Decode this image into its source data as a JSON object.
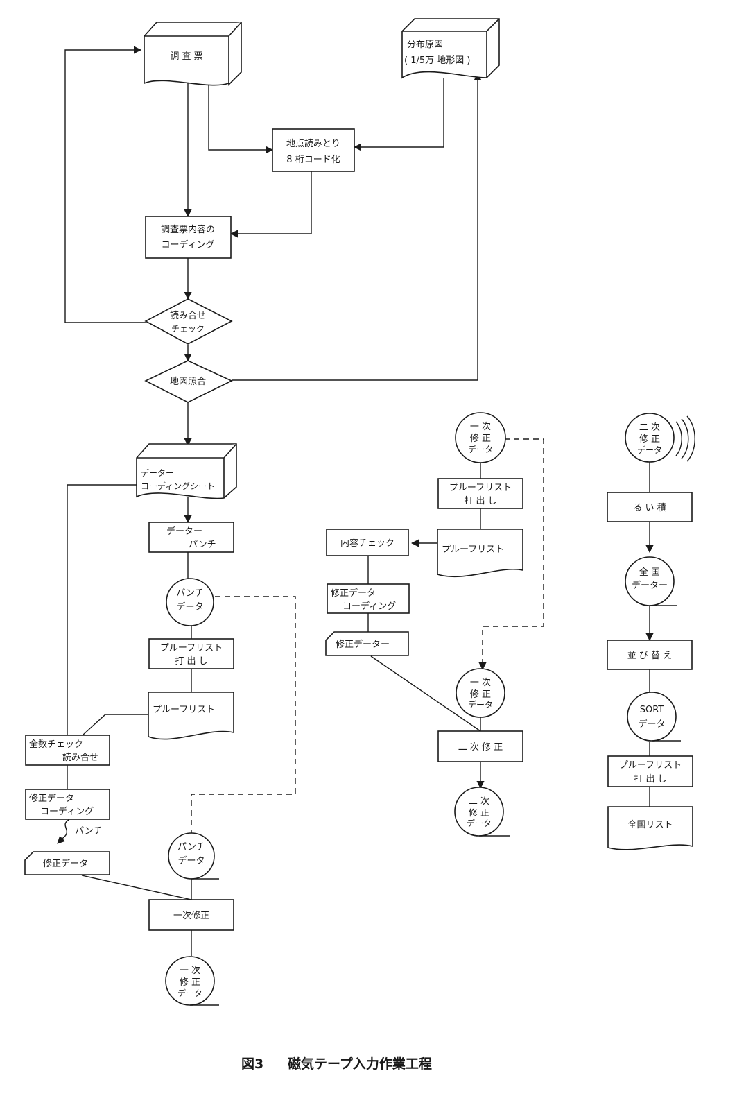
{
  "caption": {
    "figure_number": "図3",
    "title": "磁気テープ入力作業工程"
  },
  "nodes": {
    "survey_sheet": "調 査 票",
    "distribution_map_line1": "分布原図",
    "distribution_map_line2": "( 1/5万 地形図 )",
    "point_reading_line1": "地点読みとり",
    "point_reading_line2": "8 桁コード化",
    "content_coding_line1": "調査票内容の",
    "content_coding_line2": "コーディング",
    "read_check_line1": "読み合せ",
    "read_check_line2": "チェック",
    "map_collation": "地図照合",
    "coding_sheet_line1": "データー",
    "coding_sheet_line2": "コーディングシート",
    "data_punch_line1": "データー",
    "data_punch_line2": "パンチ",
    "punch_data_line1": "パンチ",
    "punch_data_line2": "データ",
    "proof_print1_line1": "プルーフリスト",
    "proof_print1_line2": "打 出 し",
    "proof_list1": "プルーフリスト",
    "full_check_line1": "全数チェック",
    "full_check_line2": "読み合せ",
    "correction_coding1_line1": "修正データ",
    "correction_coding1_line2": "コーディング",
    "punch_label": "パンチ",
    "correction_data1": "修正データ",
    "punch_data2_line1": "パンチ",
    "punch_data2_line2": "データ",
    "first_correction": "一次修正",
    "primary_data1_line1": "一 次",
    "primary_data1_line2": "修 正",
    "primary_data1_line3": "データ",
    "primary_data2_line1": "一 次",
    "primary_data2_line2": "修 正",
    "primary_data2_line3": "データ",
    "proof_print2_line1": "プルーフリスト",
    "proof_print2_line2": "打 出 し",
    "proof_list2": "プルーフリスト",
    "content_check": "内容チェック",
    "correction_coding2_line1": "修正データ",
    "correction_coding2_line2": "コーディング",
    "correction_data2": "修正データー",
    "primary_data3_line1": "一 次",
    "primary_data3_line2": "修 正",
    "primary_data3_line3": "データ",
    "second_correction": "二 次 修 正",
    "secondary_data1_line1": "二 次",
    "secondary_data1_line2": "修 正",
    "secondary_data1_line3": "データ",
    "secondary_data2_line1": "二 次",
    "secondary_data2_line2": "修 正",
    "secondary_data2_line3": "データ",
    "accumulate": "る い 積",
    "national_data_line1": "全 国",
    "national_data_line2": "データー",
    "sort_step": "並 び 替 え",
    "sort_data_line1": "SORT",
    "sort_data_line2": "データ",
    "proof_print3_line1": "プルーフリスト",
    "proof_print3_line2": "打 出 し",
    "national_list": "全国リスト"
  }
}
